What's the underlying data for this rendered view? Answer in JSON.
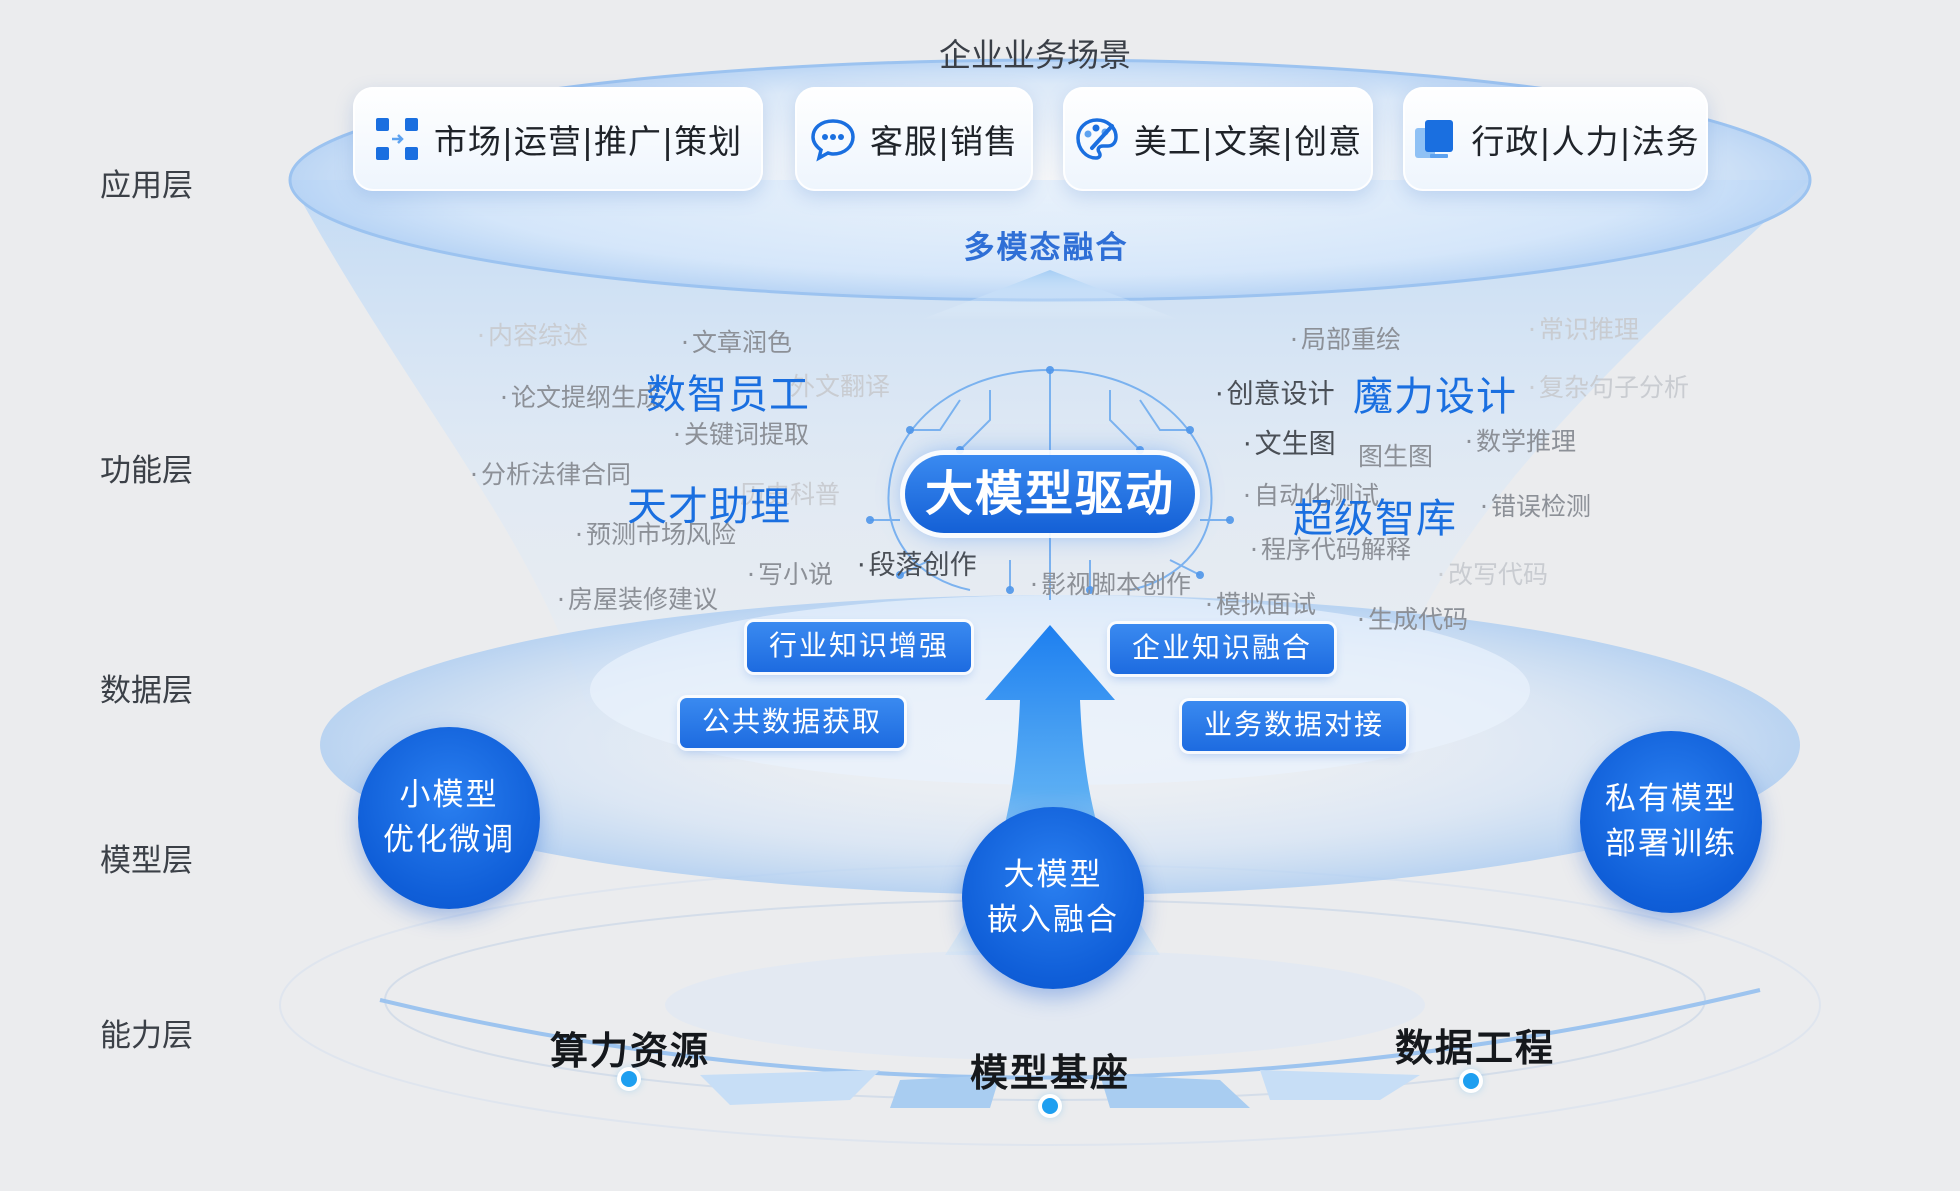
{
  "title": "企业业务场景",
  "layers": [
    "应用层",
    "功能层",
    "数据层",
    "模型层",
    "能力层"
  ],
  "scenarios": [
    {
      "label": "市场|运营|推广|策划",
      "icon": "marketing-grid-icon"
    },
    {
      "label": "客服|销售",
      "icon": "chat-bubble-icon"
    },
    {
      "label": "美工|文案|创意",
      "icon": "palette-icon"
    },
    {
      "label": "行政|人力|法务",
      "icon": "document-stack-icon"
    }
  ],
  "fusion_label": "多模态融合",
  "center": "大模型驱动",
  "clusters": [
    "数智员工",
    "天才助理",
    "魔力设计",
    "超级智库"
  ],
  "keywords": {
    "left": [
      "内容综述",
      "文章润色",
      "论文提纲生成",
      "外文翻译",
      "关键词提取",
      "分析法律合同",
      "历史科普",
      "预测市场风险",
      "写小说",
      "段落创作",
      "房屋装修建议"
    ],
    "right": [
      "局部重绘",
      "常识推理",
      "创意设计",
      "复杂句子分析",
      "文生图",
      "图生图",
      "数学推理",
      "自动化测试",
      "错误检测",
      "程序代码解释",
      "影视脚本创作",
      "改写代码",
      "模拟面试",
      "生成代码"
    ]
  },
  "data_tags": [
    "行业知识增强",
    "企业知识融合",
    "公共数据获取",
    "业务数据对接"
  ],
  "model_circles": [
    {
      "line1": "小模型",
      "line2": "优化微调"
    },
    {
      "line1": "大模型",
      "line2": "嵌入融合"
    },
    {
      "line1": "私有模型",
      "line2": "部署训练"
    }
  ],
  "capabilities": [
    "算力资源",
    "模型基座",
    "数据工程"
  ],
  "colors": {
    "primary": "#1a6fe0",
    "circle": "#0f5ed8",
    "background": "#ebecee",
    "accent_dot": "#1e9ff0"
  }
}
